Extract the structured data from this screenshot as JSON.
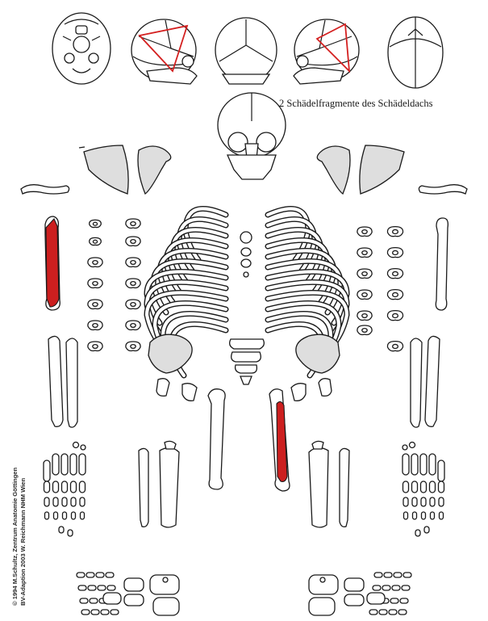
{
  "caption": "2 Schädelfragmente des Schädeldachs",
  "credit": {
    "line1": "© 1994 M.Schultz, Zentrum Anatomie   Göttingen",
    "line2": "BV-Adaption 2003 W. Reichmann   NHM Wien"
  },
  "colors": {
    "present_bone": "#cc1f1f",
    "fragment_lines": "#d42020",
    "shaded_bone": "#dedede",
    "outline": "#1a1a1a"
  }
}
